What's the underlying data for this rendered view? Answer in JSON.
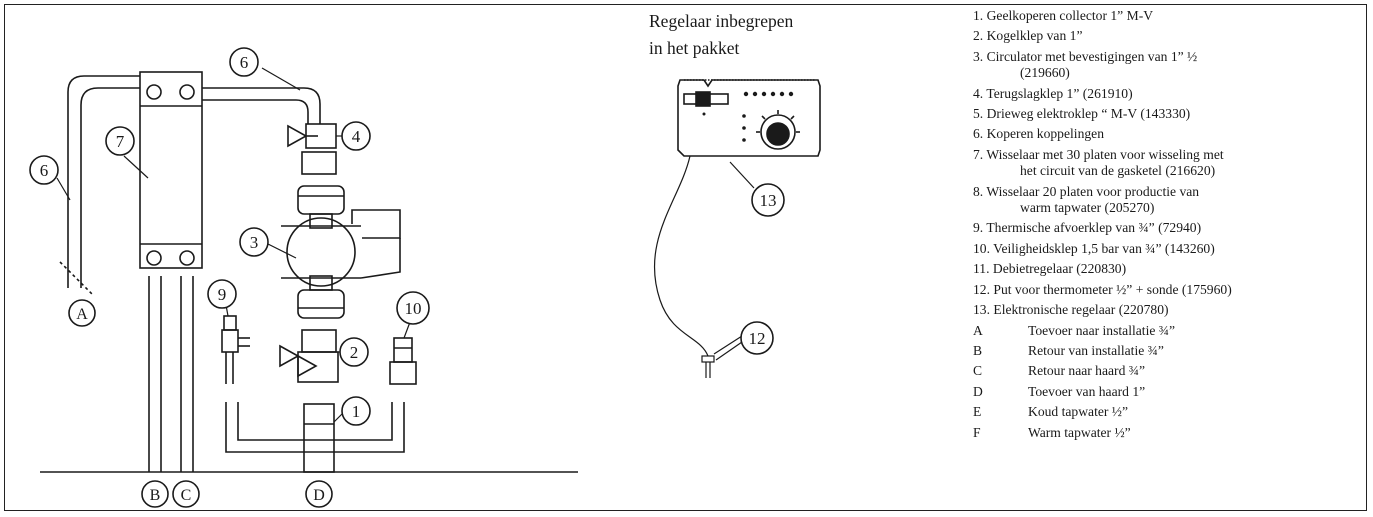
{
  "caption": {
    "line1": "Regelaar inbegrepen",
    "line2": "in het pakket"
  },
  "markers": {
    "n1": "1",
    "n2": "2",
    "n3": "3",
    "n4": "4",
    "n6": "6",
    "n7": "7",
    "n9": "9",
    "n10": "10",
    "n12": "12",
    "n13": "13",
    "A": "A",
    "B": "B",
    "C": "C",
    "D": "D"
  },
  "legend": {
    "i1": "1. Geelkoperen collector 1” M-V",
    "i2": "2. Kogelklep van 1”",
    "i3a": "3. Circulator met bevestigingen van 1” ½",
    "i3b": "(219660)",
    "i4": "4. Terugslagklep 1” (261910)",
    "i5": "5. Drieweg elektroklep “ M-V (143330)",
    "i6": "6. Koperen koppelingen",
    "i7a": "7. Wisselaar met 30 platen voor wisseling met",
    "i7b": "het circuit van de gasketel (216620)",
    "i8a": "8. Wisselaar 20 platen voor productie van",
    "i8b": "warm tapwater (205270)",
    "i9": "9. Thermische afvoerklep van ¾” (72940)",
    "i10": "10. Veiligheidsklep 1,5 bar van ¾” (143260)",
    "i11": "11. Debietregelaar (220830)",
    "i12": "12. Put voor thermometer ½” + sonde (175960)",
    "i13": "13. Elektronische regelaar (220780)",
    "letters": [
      {
        "letter": "A",
        "text": "Toevoer naar installatie ¾”"
      },
      {
        "letter": "B",
        "text": "Retour van installatie ¾”"
      },
      {
        "letter": "C",
        "text": "Retour naar haard ¾”"
      },
      {
        "letter": "D",
        "text": "Toevoer van haard 1”"
      },
      {
        "letter": "E",
        "text": "Koud tapwater ½”"
      },
      {
        "letter": "F",
        "text": "Warm tapwater ½”"
      }
    ]
  }
}
